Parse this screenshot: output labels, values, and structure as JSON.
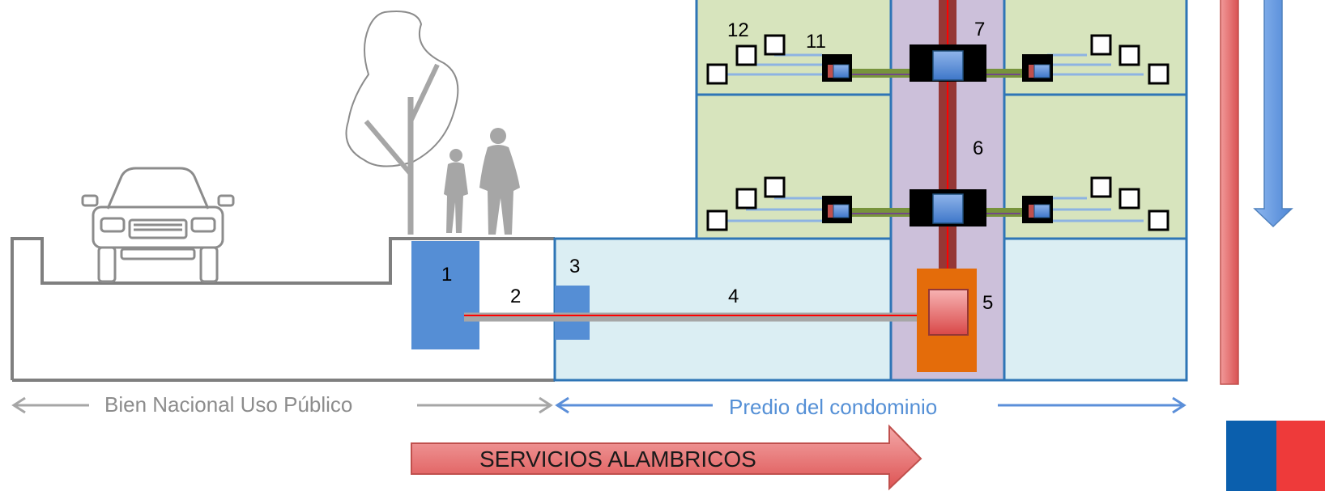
{
  "labels": {
    "n1": "1",
    "n2": "2",
    "n3": "3",
    "n4": "4",
    "n5": "5",
    "n6": "6",
    "n7": "7",
    "n11": "11",
    "n12": "12"
  },
  "captions": {
    "public_land": "Bien Nacional Uso Público",
    "condo_lot": "Predio del condominio"
  },
  "banner": {
    "text": "SERVICIOS ALAMBRICOS"
  },
  "colors": {
    "apartment_fill": "#d7e4bd",
    "basement_fill": "#dbeef3",
    "shaft_fill": "#ccc0da",
    "riser": "#953735",
    "blue_box": "#558ed5",
    "orange_box": "#e46c0a",
    "red_arrow": "#e46c6c",
    "blue_arrow": "#5b8fd9",
    "gray_line": "#7f7f7f",
    "flag_blue": "#0b5fad",
    "flag_red": "#ee3a3a"
  },
  "icons": [
    "car-icon",
    "tree-icon",
    "pedestrians-icon",
    "outlet-icon",
    "distribution-box-icon",
    "flag-icon"
  ]
}
